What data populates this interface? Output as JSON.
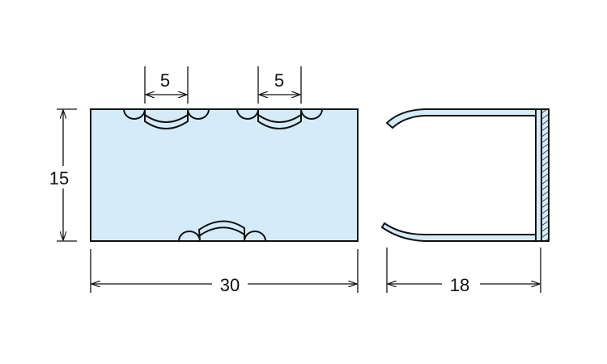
{
  "drawing": {
    "fill_color": "#d4ecf9",
    "stroke_color": "#111111",
    "dimensions": {
      "notch_left_width": "5",
      "notch_right_width": "5",
      "height": "15",
      "length": "30",
      "depth": "18"
    }
  }
}
